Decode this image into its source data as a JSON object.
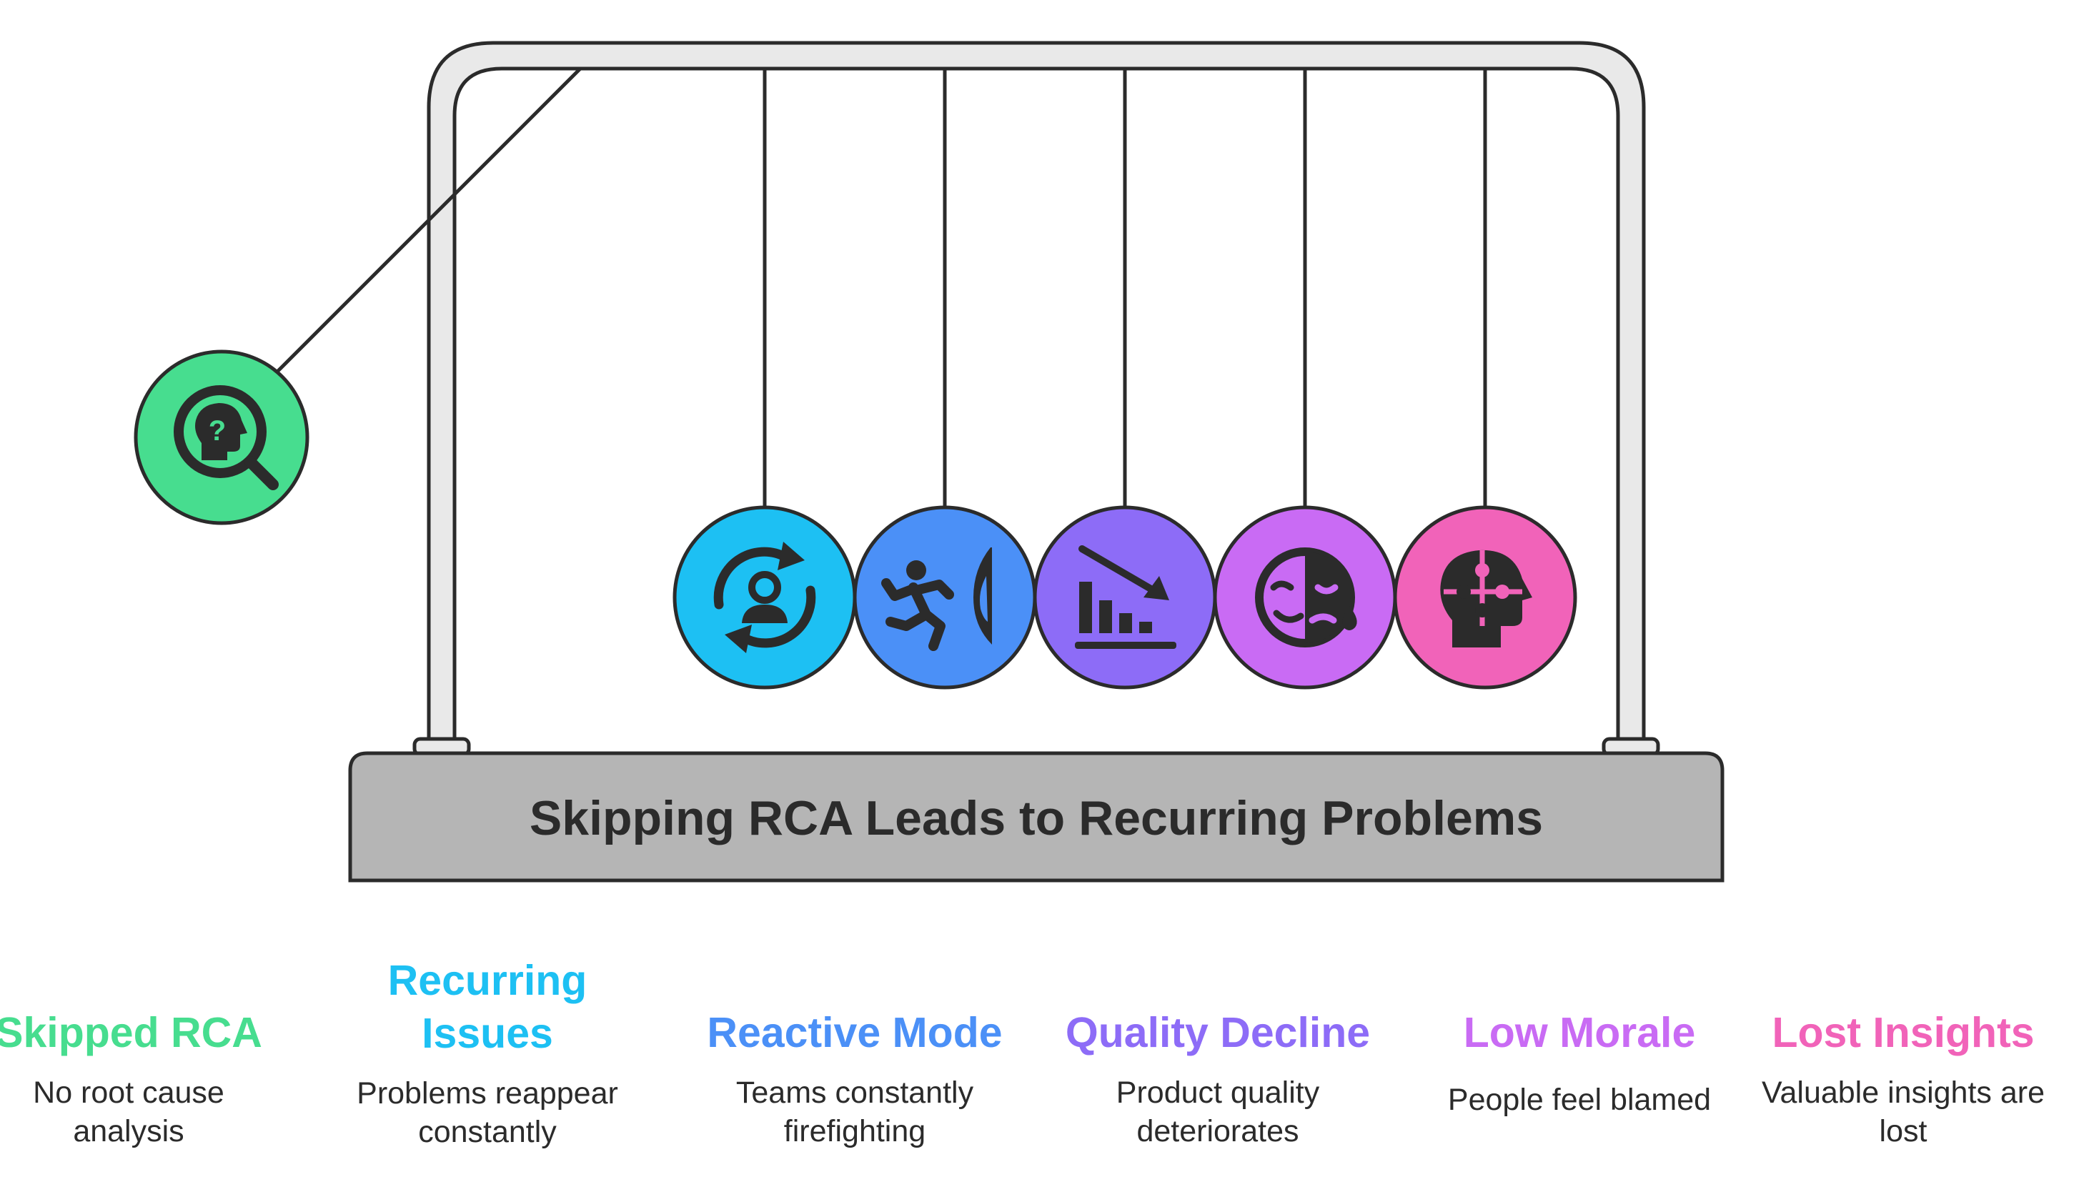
{
  "title": "Skipping RCA Leads to Recurring Problems",
  "colors": {
    "frame_stroke": "#2b2b2b",
    "frame_fill": "#e9e9e9",
    "base_fill": "#b5b5b5",
    "icon_ink": "#2b2b2b"
  },
  "balls": [
    {
      "id": "skipped",
      "color": "#47dd8f",
      "icon": "head-question-magnifier-icon",
      "title": "Skipped RCA",
      "desc": "No root cause analysis"
    },
    {
      "id": "recurring",
      "color": "#1dc0f3",
      "icon": "person-cycle-arrows-icon",
      "title": "Recurring Issues",
      "desc": "Problems reappear constantly"
    },
    {
      "id": "reactive",
      "color": "#4b90f7",
      "icon": "running-person-fire-icon",
      "title": "Reactive Mode",
      "desc": "Teams constantly firefighting"
    },
    {
      "id": "quality",
      "color": "#8d6cf7",
      "icon": "declining-bar-chart-icon",
      "title": "Quality Decline",
      "desc": "Product quality deteriorates"
    },
    {
      "id": "morale",
      "color": "#c96bf4",
      "icon": "sad-happy-face-icon",
      "title": "Low Morale",
      "desc": "People feel blamed"
    },
    {
      "id": "insights",
      "color": "#f163b9",
      "icon": "head-puzzle-icon",
      "title": "Lost Insights",
      "desc": "Valuable insights are lost"
    }
  ]
}
